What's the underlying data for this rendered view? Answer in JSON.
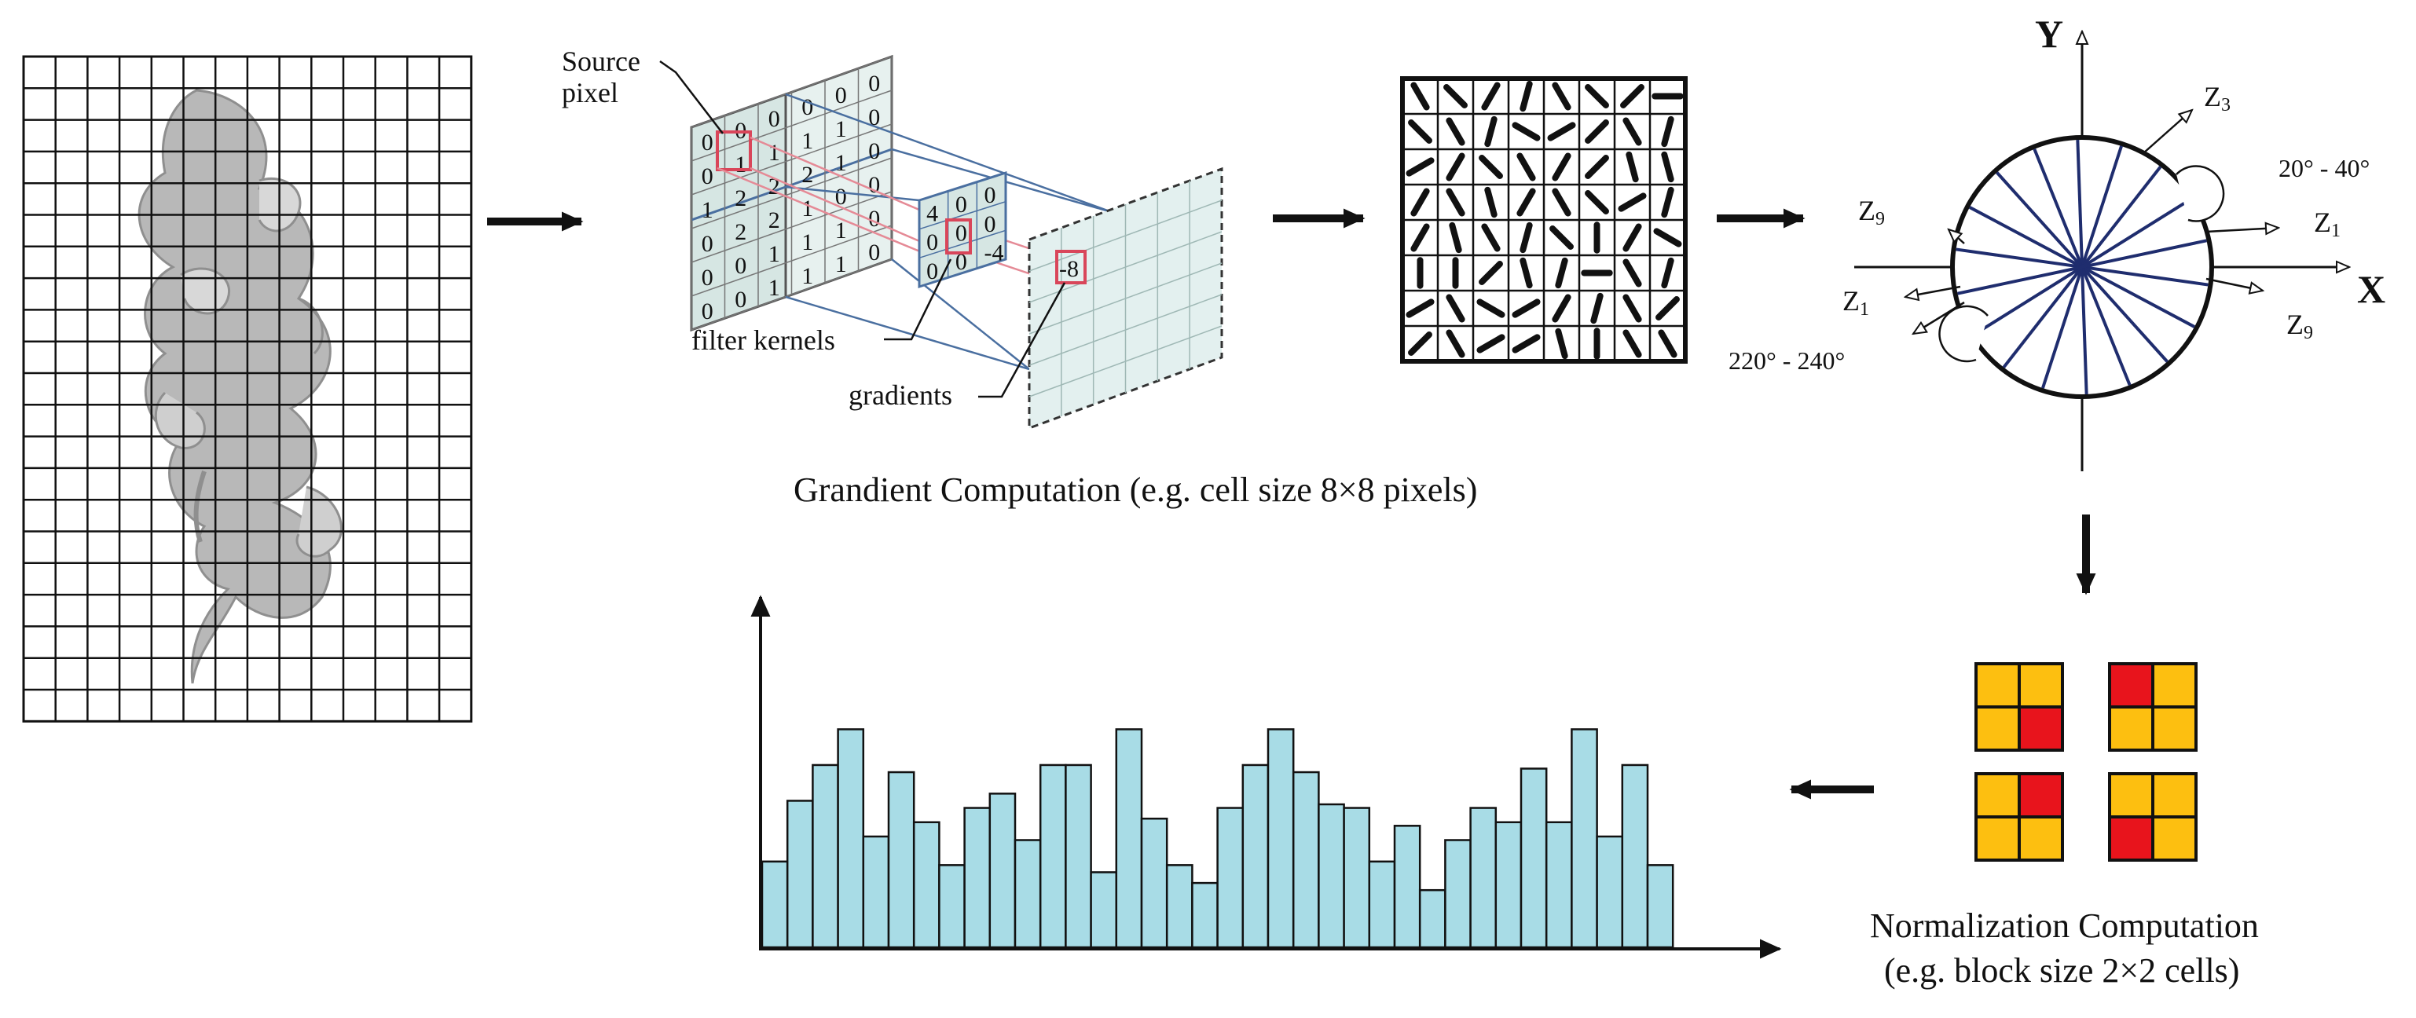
{
  "labels": {
    "source_pixel_line1": "Source",
    "source_pixel_line2": "pixel",
    "filter_kernels": "filter kernels",
    "gradients": "gradients",
    "gradient_caption": "Grandient Computation (e.g. cell size 8×8 pixels)",
    "normalization_caption_line1": "Normalization Computation",
    "normalization_caption_line2": "(e.g. block size 2×2 cells)"
  },
  "source_matrix_rows": [
    [
      "0",
      "0",
      "0",
      "0",
      "0",
      "0"
    ],
    [
      "0",
      "1",
      "1",
      "1",
      "1",
      "0"
    ],
    [
      "1",
      "2",
      "2",
      "2",
      "1",
      "0"
    ],
    [
      "0",
      "2",
      "2",
      "1",
      "0",
      "0"
    ],
    [
      "0",
      "0",
      "1",
      "1",
      "1",
      "0"
    ],
    [
      "0",
      "0",
      "1",
      "1",
      "1",
      "0"
    ]
  ],
  "kernel_rows": [
    [
      "4",
      "0",
      "0"
    ],
    [
      "0",
      "0",
      "0"
    ],
    [
      "0",
      "0",
      "-4"
    ]
  ],
  "gradient_value": "-8",
  "orientation": {
    "y_label": "Y",
    "x_label": "X",
    "z3_label": "Z",
    "z3_sub": "3",
    "z1_right_label": "Z",
    "z1_right_sub": "1",
    "z9_right_label": "Z",
    "z9_right_sub": "9",
    "z9_left_label": "Z",
    "z9_left_sub": "9",
    "z1_left_label": "Z",
    "z1_left_sub": "1",
    "range_top": "20° - 40°",
    "range_bottom": "220° - 240°",
    "bin_count": 9
  },
  "normalization_blocks": [
    {
      "red_cell": "bottom-right"
    },
    {
      "red_cell": "top-left"
    },
    {
      "red_cell": "top-right"
    },
    {
      "red_cell": "bottom-left"
    }
  ],
  "colors": {
    "histogram_fill": "#a8dce6",
    "block_yellow": "#fdbf10",
    "block_red": "#e8141c",
    "orientation_lines": "#1f2d6e",
    "highlight_red": "#d9465a"
  },
  "chart_data": {
    "type": "bar",
    "title": "",
    "xlabel": "",
    "ylabel": "",
    "values": [
      2.4,
      4.1,
      5.1,
      6.1,
      3.1,
      4.9,
      3.5,
      2.3,
      3.9,
      4.3,
      3.0,
      5.1,
      5.1,
      2.1,
      6.1,
      3.6,
      2.3,
      1.8,
      3.9,
      5.1,
      6.1,
      4.9,
      4.0,
      3.9,
      2.4,
      3.4,
      1.6,
      3.0,
      3.9,
      3.5,
      5.0,
      3.5,
      6.1,
      3.1,
      5.1,
      2.3
    ]
  }
}
